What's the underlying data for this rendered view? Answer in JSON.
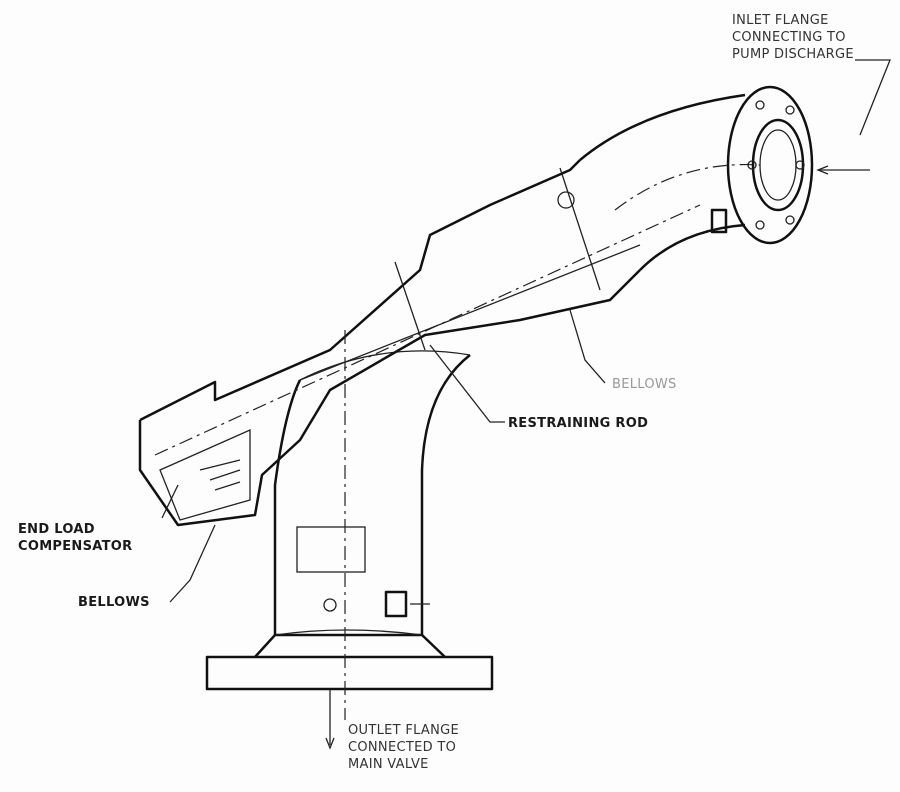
{
  "labels": {
    "inlet": [
      "INLET FLANGE",
      "CONNECTING TO",
      "PUMP DISCHARGE"
    ],
    "bellows_upper": "BELLOWS",
    "restraining_rod": "RESTRAINING ROD",
    "end_load": [
      "END LOAD",
      "COMPENSATOR"
    ],
    "bellows_lower": "BELLOWS",
    "outlet": [
      "OUTLET FLANGE",
      "CONNECTED TO",
      "MAIN VALVE"
    ]
  }
}
